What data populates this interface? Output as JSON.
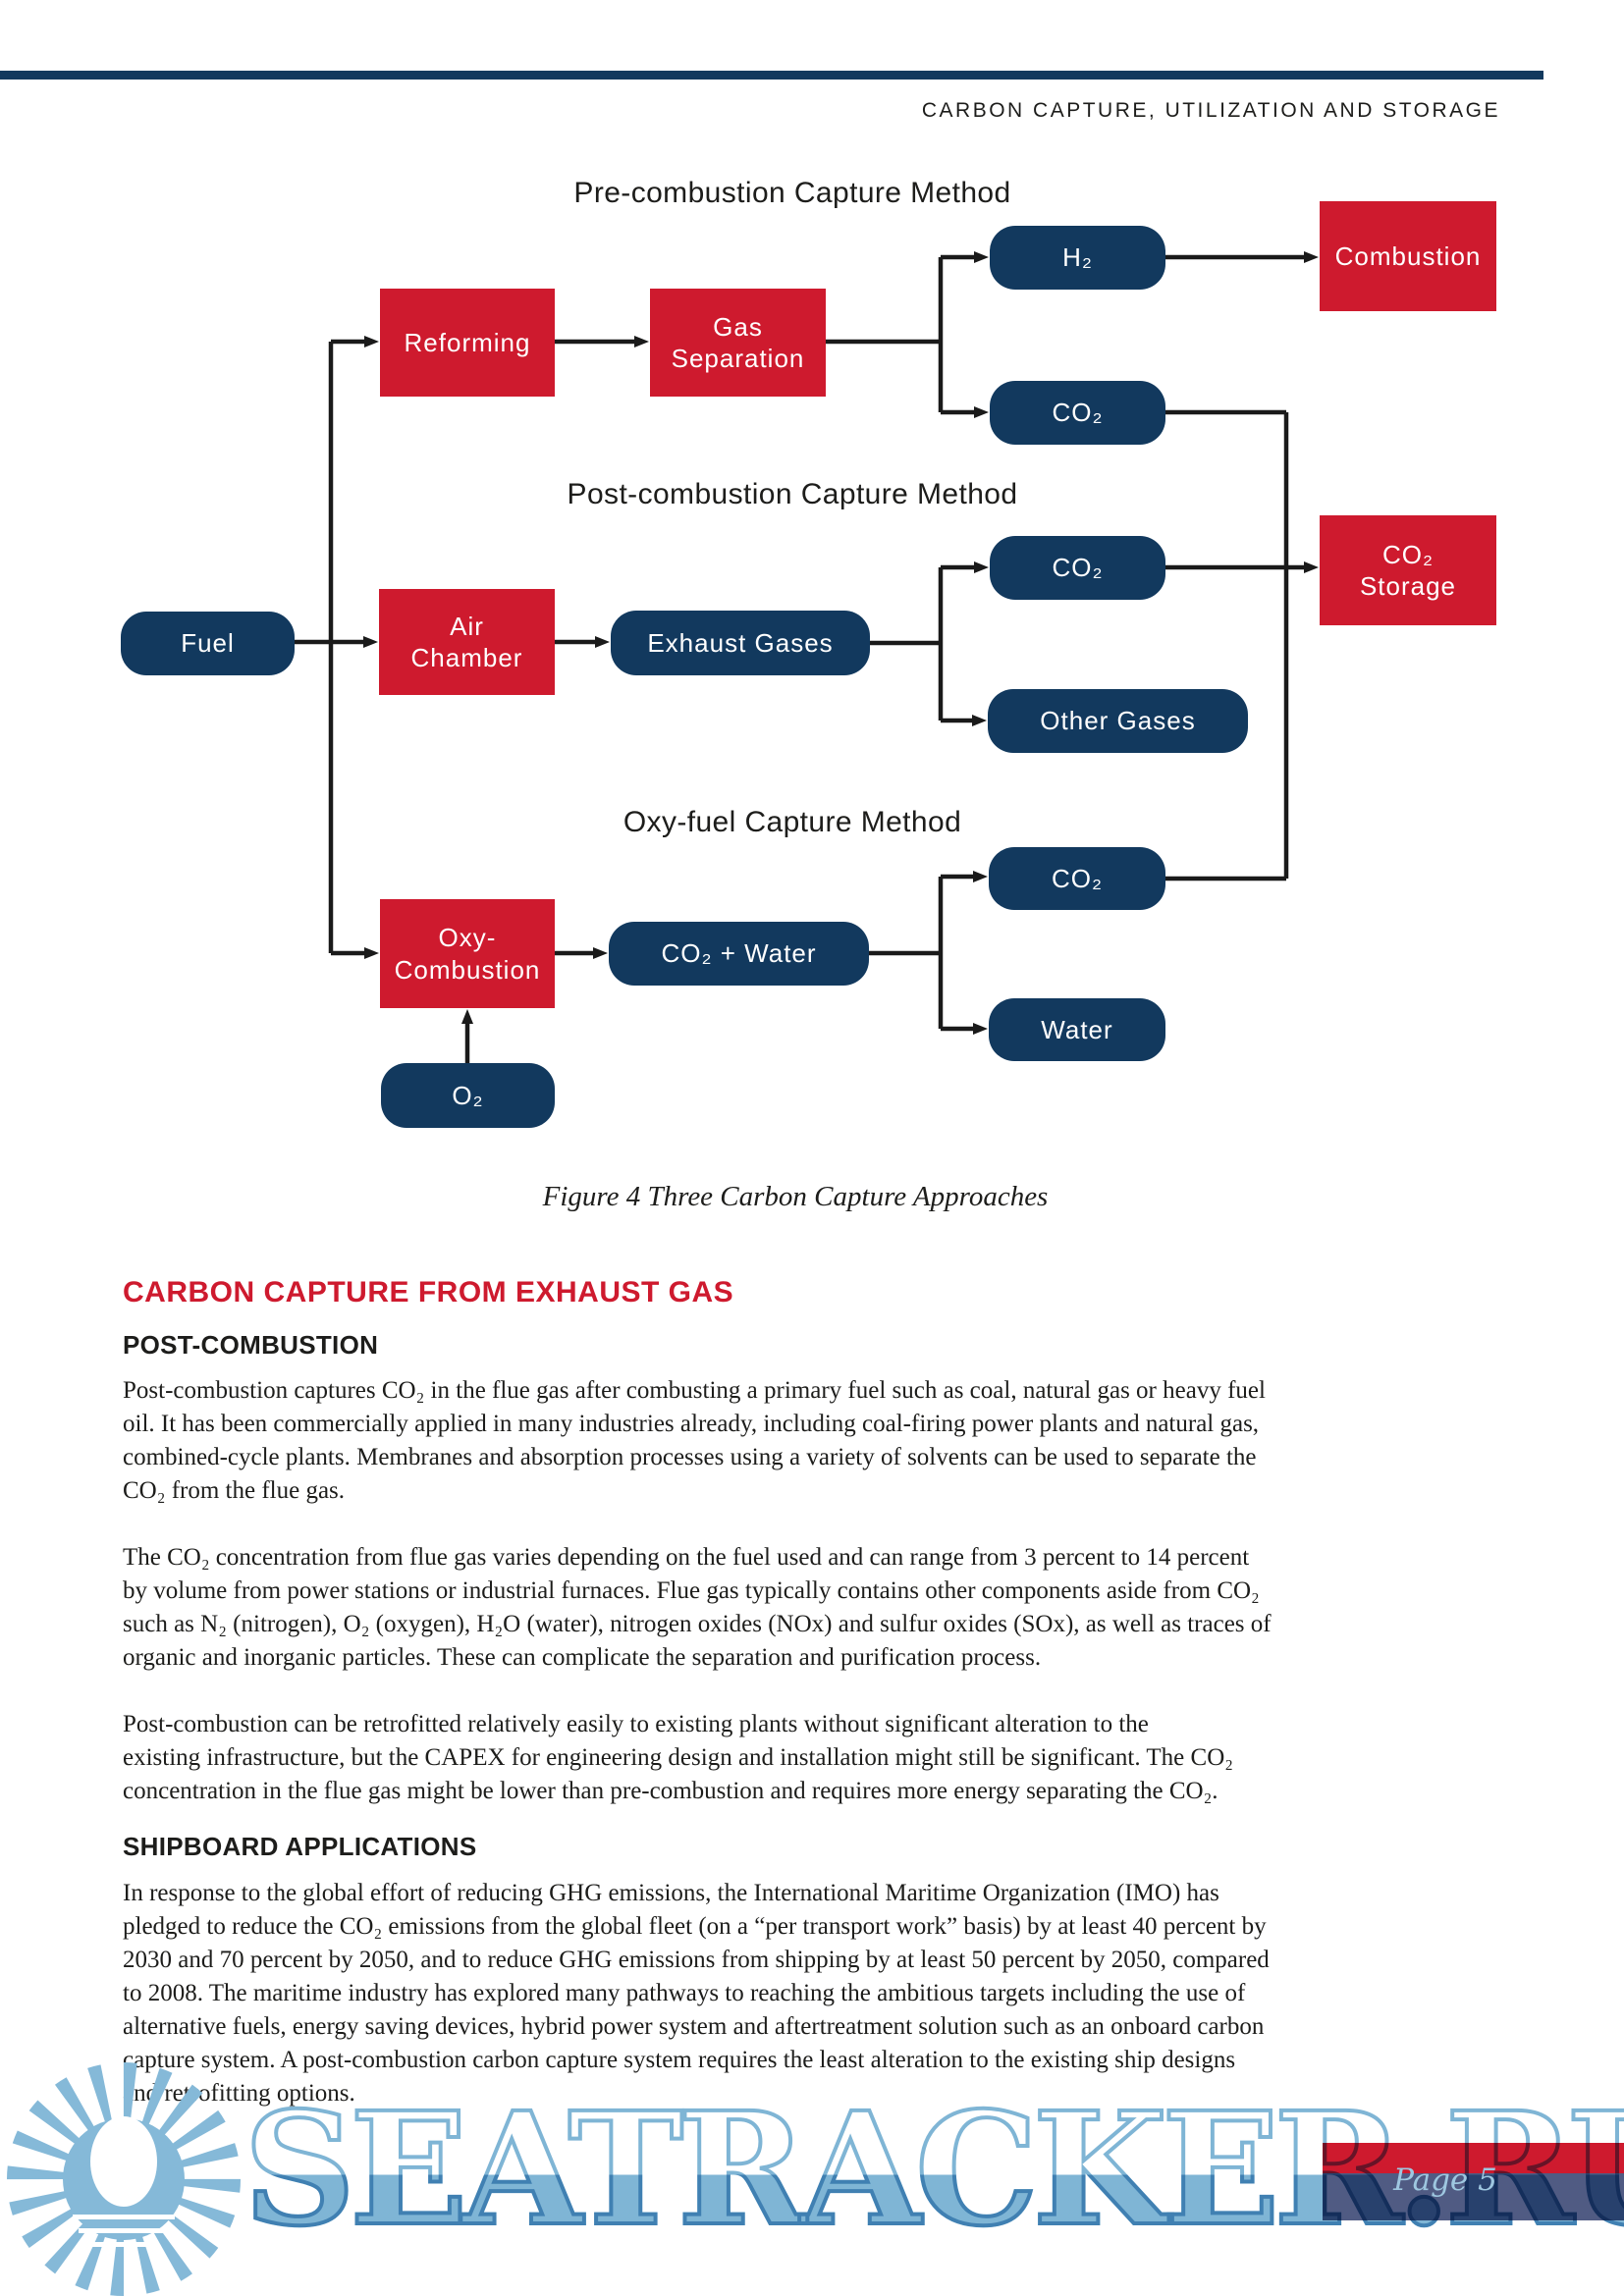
{
  "page": {
    "header_title": "CARBON CAPTURE, UTILIZATION AND STORAGE",
    "watermark": "SEATRACKER.RU",
    "page_label": "Page 5"
  },
  "figure": {
    "caption": "Figure 4 Three Carbon Capture Approaches",
    "sections": {
      "pre": {
        "title": "Pre-combustion Capture Method"
      },
      "post": {
        "title": "Post-combustion Capture Method"
      },
      "oxy": {
        "title": "Oxy-fuel Capture Method"
      }
    },
    "nodes": {
      "reforming": "Reforming",
      "gas_separation": "Gas\nSeparation",
      "h2": "H₂",
      "co2_pre": "CO₂",
      "combustion": "Combustion",
      "fuel": "Fuel",
      "air_chamber": "Air\nChamber",
      "exhaust_gases": "Exhaust Gases",
      "co2_post": "CO₂",
      "other_gases": "Other Gases",
      "co2_storage": "CO₂\nStorage",
      "oxy_combustion": "Oxy-\nCombustion",
      "co2_water": "CO₂ + Water",
      "co2_oxy": "CO₂",
      "water": "Water",
      "o2": "O₂"
    }
  },
  "article": {
    "heading": "CARBON CAPTURE FROM EXHAUST GAS",
    "sub1": "POST-COMBUSTION",
    "p1": "Post-combustion captures CO₂ in the flue gas after combusting a primary fuel such as coal, natural gas or heavy fuel\noil. It has been commercially applied in many industries already, including coal-firing power plants and natural gas,\ncombined-cycle plants. Membranes and absorption processes using a variety of solvents can be used to separate the\nCO₂ from the flue gas.",
    "p2": "The CO₂ concentration from flue gas varies depending on the fuel used and can range from 3 percent to 14 percent\nby volume from power stations or industrial furnaces. Flue gas typically contains other components aside from CO₂\nsuch as N₂ (nitrogen), O₂ (oxygen), H₂O (water), nitrogen oxides (NOx) and sulfur oxides (SOx), as well as traces of\norganic and inorganic particles. These can complicate the separation and purification process.",
    "p3": "Post-combustion can be retrofitted relatively easily to existing plants without significant alteration to the\nexisting infrastructure, but the CAPEX for engineering design and installation might still be significant. The CO₂\nconcentration in the flue gas might be lower than pre-combustion and requires more energy separating the CO₂.",
    "sub2": "SHIPBOARD APPLICATIONS",
    "p4": "In response to the global effort of reducing GHG emissions, the International Maritime Organization (IMO) has\npledged to reduce the CO₂ emissions from the global fleet (on a “per transport work” basis) by at least 40 percent by\n2030 and 70 percent by 2050, and to reduce GHG emissions from shipping by at least 50 percent by 2050, compared\nto 2008. The maritime industry has explored many pathways to reaching the ambitious targets including the use of\nalternative fuels, energy saving devices, hybrid power system and aftertreatment solution such as an onboard carbon\ncapture system. A post-combustion carbon capture system requires the least alteration to the existing ship designs\nand retrofitting options.",
    "colors": {
      "accent_red": "#CE1A2E",
      "navy": "#12395E",
      "watermark_blue": "#7FB5D5"
    }
  }
}
